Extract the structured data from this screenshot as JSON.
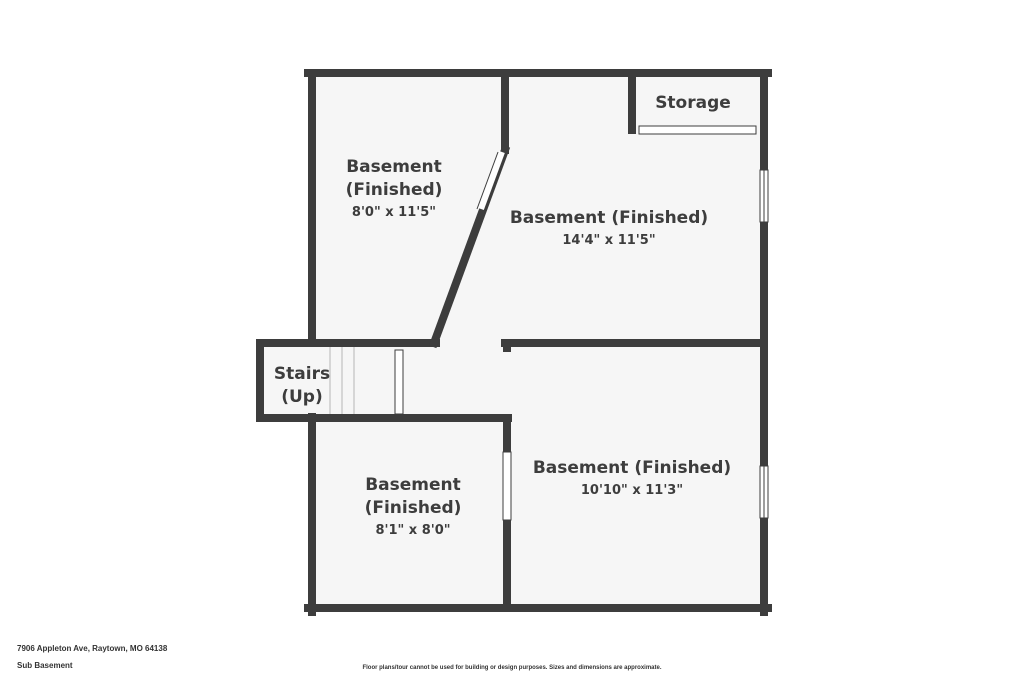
{
  "rooms": {
    "basement_nw": {
      "name_line1": "Basement",
      "name_line2": "(Finished)",
      "dims": "8'0\" x 11'5\""
    },
    "basement_ne": {
      "name": "Basement (Finished)",
      "dims": "14'4\" x 11'5\""
    },
    "storage": {
      "name": "Storage"
    },
    "stairs": {
      "name_line1": "Stairs",
      "name_line2": "(Up)"
    },
    "basement_sw": {
      "name_line1": "Basement",
      "name_line2": "(Finished)",
      "dims": "8'1\" x 8'0\""
    },
    "basement_se": {
      "name": "Basement (Finished)",
      "dims": "10'10\" x 11'3\""
    }
  },
  "footer": {
    "address": "7906 Appleton Ave, Raytown, MO 64138",
    "level": "Sub Basement",
    "disclaimer": "Floor plans/tour cannot be used for building or design purposes. Sizes and dimensions are approximate."
  },
  "colors": {
    "wall": "#3d3d3d",
    "floor": "#f6f6f6",
    "window": "#ffffff",
    "background": "#ffffff"
  }
}
